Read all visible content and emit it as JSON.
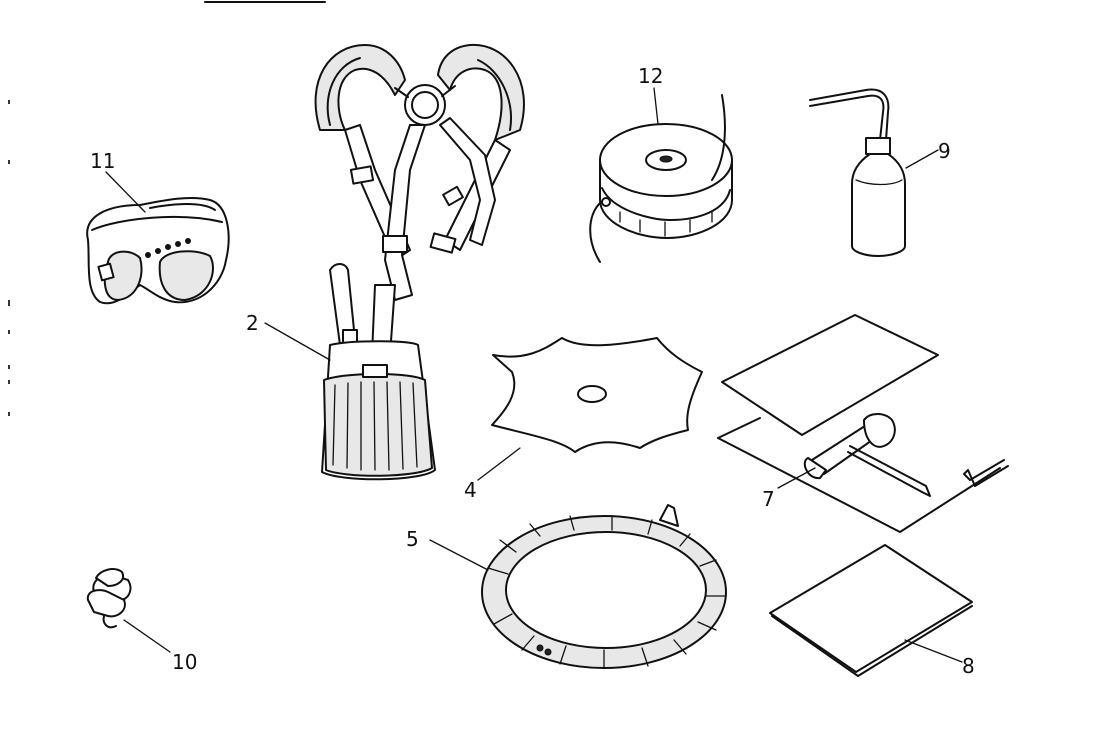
{
  "labels": {
    "goggles": "11",
    "harness": "2",
    "trimmer_head": "12",
    "oil_bottle": "9",
    "blade": "4",
    "tool_kit": "7",
    "blade_guard": "5",
    "clip": "10",
    "manual": "8"
  }
}
